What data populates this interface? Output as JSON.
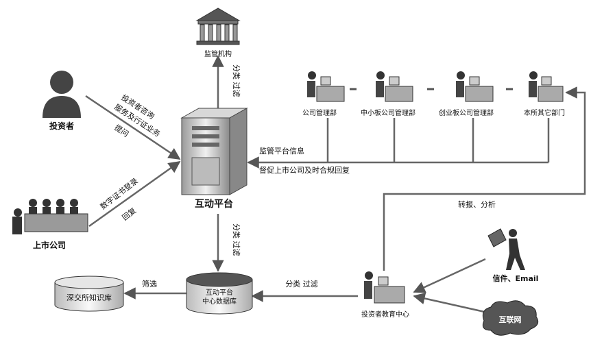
{
  "nodes": {
    "regulator": "监管机构",
    "investor": "投资者",
    "listed_company": "上市公司",
    "platform": "互动平台",
    "central_db": "互动平台\n中心数据库",
    "knowledge_base": "深交所知识库",
    "education_center": "投资者教育中心",
    "company_dept": "公司管理部",
    "sme_dept": "中小板公司管理部",
    "gem_dept": "创业板公司管理部",
    "other_dept": "本所其它部门",
    "mail": "信件、Email",
    "internet": "互联网"
  },
  "edge_labels": {
    "platform_to_regulator": "分类 过滤",
    "investor_q1": "投资者咨询",
    "investor_q2": "服务及行证业务",
    "investor_q3": "提问",
    "company_l1": "数字证书登录",
    "company_l2": "回复",
    "depts_to_platform": "监管平台信息",
    "platform_to_depts": "督促上市公司及时合规回复",
    "platform_to_db": "分类 过滤",
    "db_to_kb": "筛选",
    "edu_to_db": "分类 过滤",
    "edu_to_depts": "转报、分析"
  }
}
